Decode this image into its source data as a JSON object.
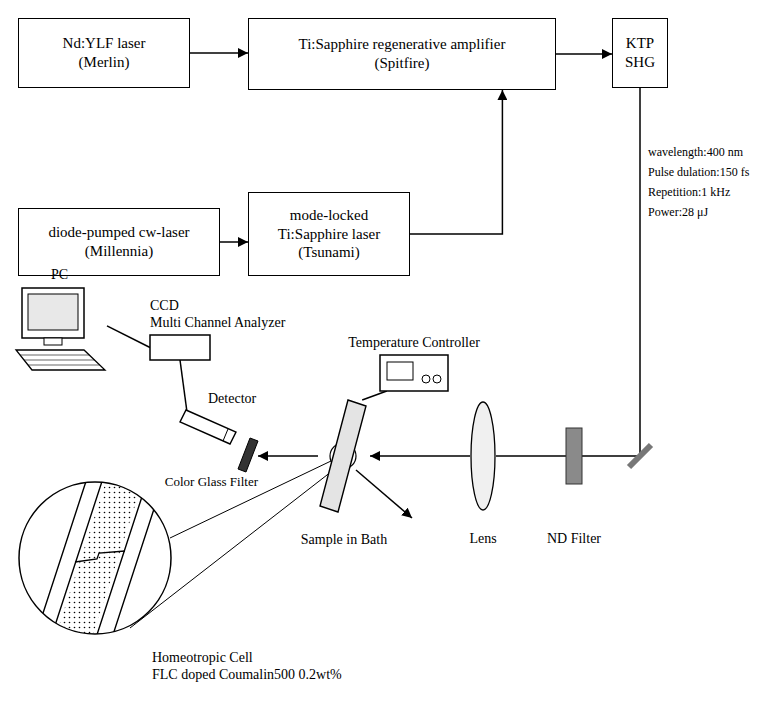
{
  "diagram": {
    "nodes": [
      {
        "text": [
          "Nd:YLF laser (Merlin)"
        ]
      },
      {
        "text": [
          "Ti:Sapphire regenerative amplifier (Spitfire)"
        ]
      },
      {
        "text": [
          "KTP SHG"
        ]
      },
      {
        "text": [
          "diode-pumped cw-laser (Millennia)"
        ]
      },
      {
        "text": [
          "mode-locked Ti:Sapphire laser (Tsunami)"
        ]
      },
      {
        "text": [
          "PC"
        ]
      },
      {
        "text": [
          "CCD",
          "Multi Channel Analyzer"
        ]
      },
      {
        "text": [
          "Temperature Controller"
        ]
      },
      {
        "text": [
          "Detector"
        ]
      },
      {
        "text": [
          "Color Glass Filter"
        ]
      },
      {
        "text": [
          "Sample in Bath"
        ]
      },
      {
        "text": [
          "Lens"
        ]
      },
      {
        "text": [
          "ND Filter"
        ]
      },
      {
        "text": [
          "Homeotropic Cell",
          "FLC doped Coumalin500 0.2wt%"
        ]
      }
    ],
    "edges": [
      {
        "from": 0,
        "to": 1,
        "arrow": "to"
      },
      {
        "from": 3,
        "to": 4,
        "arrow": "to"
      },
      {
        "from": 4,
        "to": 1,
        "arrow": "to"
      },
      {
        "from": 1,
        "to": 2,
        "arrow": "to"
      },
      {
        "from": 2,
        "to": 12,
        "arrow": "none"
      },
      {
        "from": 12,
        "to": 11,
        "arrow": "none"
      },
      {
        "from": 11,
        "to": 10,
        "arrow": "to"
      },
      {
        "from": 10,
        "to": 9,
        "arrow": "to"
      },
      {
        "from": 5,
        "to": 6,
        "arrow": "none"
      },
      {
        "from": 6,
        "to": 8,
        "arrow": "none"
      },
      {
        "from": 7,
        "to": 10,
        "arrow": "none"
      }
    ],
    "labels": [
      "wavelength:400 nm",
      "Pulse dulation:150 fs",
      "Repetition:1 kHz",
      "Power:28 μJ"
    ]
  }
}
